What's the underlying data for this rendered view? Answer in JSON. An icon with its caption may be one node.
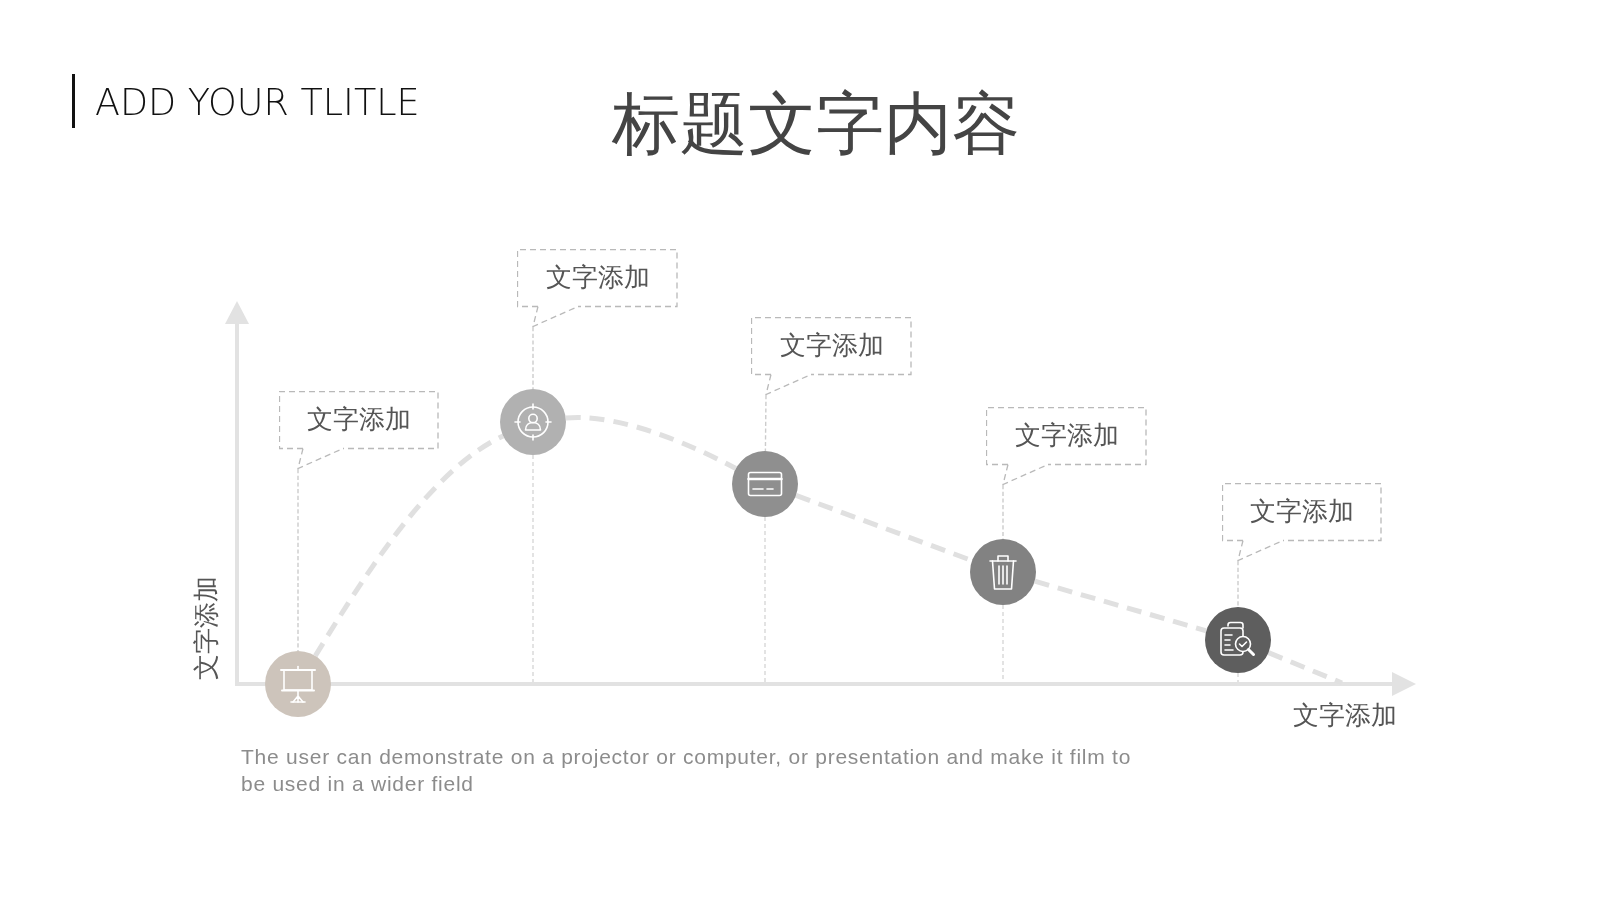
{
  "diagram": {
    "title": "标题文字内容",
    "nodes": [
      {
        "text": [
          "文字添加"
        ]
      },
      {
        "text": [],
        "shape": "circle"
      },
      {
        "text": [
          "文字添加"
        ]
      },
      {
        "text": [],
        "shape": "circle"
      },
      {
        "text": [
          "文字添加"
        ]
      },
      {
        "text": [],
        "shape": "circle"
      },
      {
        "text": [
          "文字添加"
        ]
      },
      {
        "text": [],
        "shape": "circle"
      },
      {
        "text": [
          "文字添加"
        ]
      },
      {
        "text": [],
        "shape": "circle"
      }
    ],
    "edges": [
      {
        "from": 1,
        "to": 3,
        "arrow": "none",
        "style": "dashed",
        "color": "#e0e0e0"
      },
      {
        "from": 3,
        "to": 5,
        "arrow": "none",
        "style": "dashed",
        "color": "#e0e0e0"
      },
      {
        "from": 5,
        "to": 7,
        "arrow": "none",
        "style": "dashed",
        "color": "#e0e0e0"
      },
      {
        "from": 7,
        "to": 9,
        "arrow": "none",
        "style": "dashed",
        "color": "#e0e0e0"
      },
      {
        "from": 9,
        "to": null,
        "arrow": "none",
        "style": "dashed",
        "color": "#e0e0e0"
      },
      {
        "from": 0,
        "to": 1,
        "arrow": "none",
        "style": "dashed",
        "color": "#cccccc"
      },
      {
        "from": 2,
        "to": 3,
        "arrow": "none",
        "style": "dashed",
        "color": "#cccccc"
      },
      {
        "from": 4,
        "to": 5,
        "arrow": "none",
        "style": "dashed",
        "color": "#cccccc"
      },
      {
        "from": 6,
        "to": 7,
        "arrow": "none",
        "style": "dashed",
        "color": "#cccccc"
      },
      {
        "from": 8,
        "to": 9,
        "arrow": "none",
        "style": "dashed",
        "color": "#cccccc"
      }
    ],
    "labels": [
      "ADD YOUR TLITLE",
      "文字添加",
      "文字添加",
      "The user can demonstrate on a projector or computer, or presentation and make it film to be used in a wider field"
    ]
  }
}
